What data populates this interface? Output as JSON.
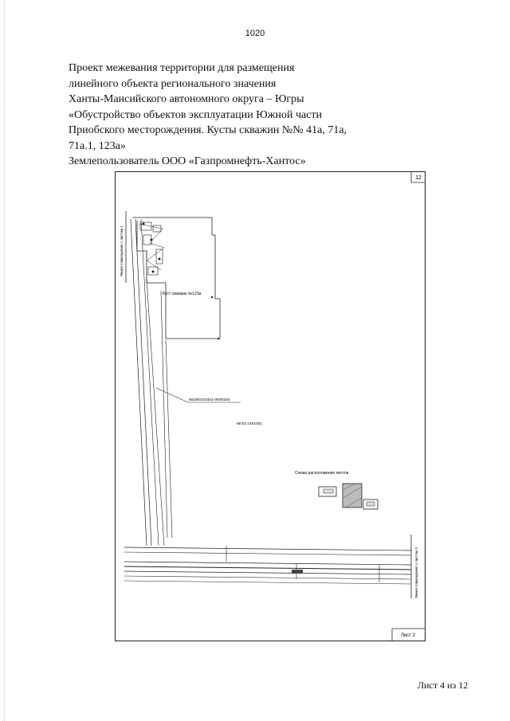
{
  "page": {
    "number": "1020"
  },
  "heading": {
    "lines": [
      "Проект межевания территории для размещения",
      "линейного объекта регионального значения",
      "Ханты-Мансийского автономного округа – Югры",
      "«Обустройство объектов эксплуатации Южной части",
      "Приобского месторождения. Кусты скважин №№ 41а, 71а,",
      "71а.1, 123а»",
      "Землепользователь ООО «Газпромнефть-Хантос»"
    ]
  },
  "sheet": {
    "corner_number": "12",
    "cluster_label": "Куст скважин №123а",
    "parcel_label": "86/29/010/2011-08/00340",
    "quarter_label": "86:02:1401001",
    "scheme_title": "Схема расположения листов",
    "match_line_left": "Линия совмещения с листом 1",
    "match_line_right": "Линия совмещения с листом 3",
    "sheet_label": "Лист 2"
  },
  "footer": {
    "text": "Лист 4 из 12"
  }
}
